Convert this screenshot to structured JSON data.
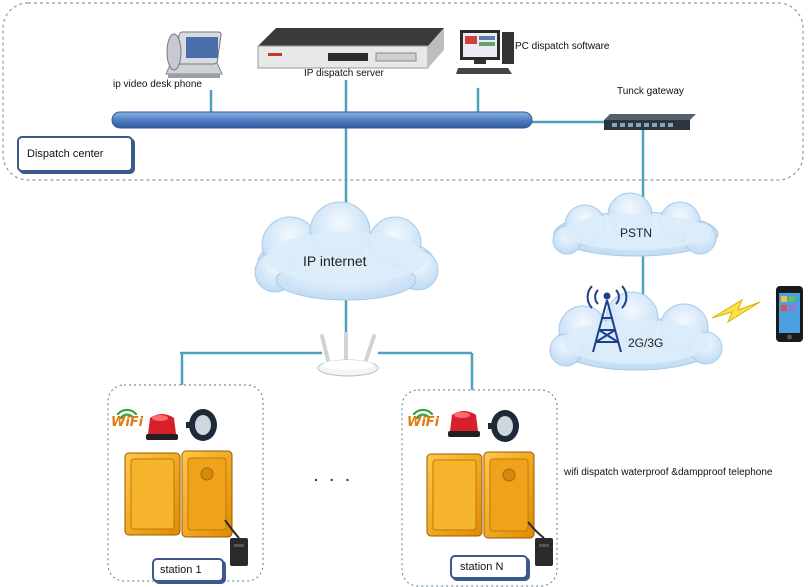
{
  "dispatch_center": {
    "label": "Dispatch center",
    "devices": {
      "desk_phone": "ip video desk phone",
      "server": "IP dispatch server",
      "pc_software": "PC dispatch software",
      "gateway": "Tunck gateway"
    }
  },
  "network": {
    "internet": "IP internet",
    "pstn": "PSTN",
    "mobile": "2G/3G"
  },
  "stations": {
    "station_1": "station 1",
    "station_n": "station N",
    "ellipsis": ". . .",
    "wifi_badge": "WiFi",
    "description": "wifi dispatch waterproof &dampproof telephone"
  },
  "colors": {
    "bus": "#4f7fc4",
    "wire": "#4aa3b8",
    "label_border": "#3a5a8c",
    "phone_body": "#f2a51a",
    "cloud": "#cfe6f8"
  }
}
